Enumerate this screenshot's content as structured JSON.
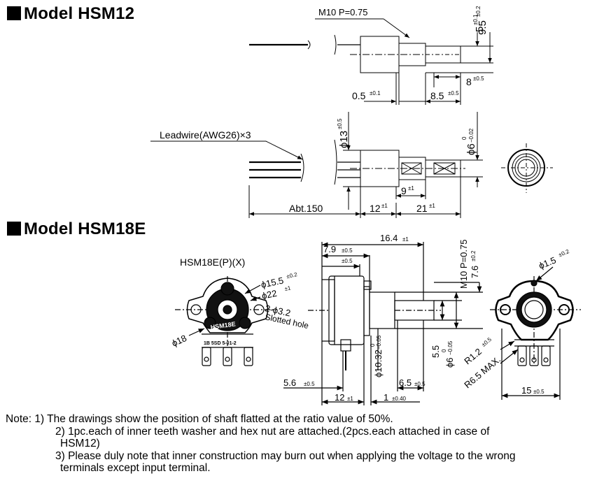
{
  "headings": {
    "hsm12": "Model HSM12",
    "hsm18e": "Model HSM18E"
  },
  "hsm12": {
    "thread": "M10 P=0.75",
    "leadwire": "Leadwire(AWG26)×3",
    "dim_5": "5",
    "dim_5_tol": "±0.1",
    "dim_9_5": "9.5",
    "dim_9_5_tol": "±0.2",
    "dim_8": "8",
    "dim_8_tol": "±0.5",
    "dim_0_5": "0.5",
    "dim_0_5_tol": "±0.1",
    "dim_8_5": "8.5",
    "dim_8_5_tol": "±0.5",
    "dim_phi13": "ϕ13",
    "dim_phi13_tol": "±0.5",
    "dim_phi6": "ϕ6",
    "dim_phi6_tol_up": "0",
    "dim_phi6_tol_low": "−0.02",
    "dim_9": "9",
    "dim_9_tol": "±1",
    "dim_abt150": "Abt.150",
    "dim_12": "12",
    "dim_12_tol": "±1",
    "dim_21": "21",
    "dim_21_tol": "±1"
  },
  "hsm18e": {
    "variant_label": "HSM18E(P)(X)",
    "body_marking": "HSM18E",
    "body_marking_sub": "1B 5SD 5-01-2",
    "dim_16_4": "16.4",
    "dim_16_4_tol": "±1",
    "dim_7_9": "7.9",
    "dim_7_9_tol": "±0.5",
    "dim_small_tol": "±0.5",
    "thread": "M10 P=0.75",
    "dim_7_6": "7.6",
    "dim_7_6_tol": "±0.2",
    "dim_phi1_5": "ϕ1.5",
    "dim_phi1_5_tol": "±0.2",
    "dim_phi15_5": "ϕ15.5",
    "dim_phi15_5_tol": "±0.2",
    "dim_phi22": "ϕ22",
    "dim_phi22_tol": "±1",
    "dim_2_phi3_2": "2-ϕ3.2",
    "slotted_hole": "Slotted hole",
    "dim_phi18": "ϕ18",
    "dim_5_5": "5.5",
    "dim_phi6": "ϕ6",
    "dim_phi6_tol_up": "0",
    "dim_phi6_tol_low": "−0.05",
    "dim_phi10_32": "ϕ10.32",
    "dim_phi10_32_tol_up": "0",
    "dim_phi10_32_tol_low": "−0.05",
    "dim_r1_2": "R1.2",
    "dim_r1_2_tol": "±0.5",
    "dim_r6_5": "R6.5 MAX.",
    "dim_5_6": "5.6",
    "dim_5_6_tol": "±0.5",
    "dim_6_5": "6.5",
    "dim_6_5_tol": "±0.5",
    "dim_12": "12",
    "dim_12_tol": "±1",
    "dim_1": "1",
    "dim_1_tol": "±0.40",
    "dim_15": "15",
    "dim_15_tol": "±0.5"
  },
  "notes": {
    "n1": "Note: 1) The drawings show the position of shaft flatted at the ratio value of 50%.",
    "n2a": "2) 1pc.each of inner teeth washer and hex nut are attached.(2pcs.each attached in case of",
    "n2b": "HSM12)",
    "n3a": "3) Please duly note that inner construction may burn out when applying the voltage to the wrong",
    "n3b": "terminals except input terminal."
  }
}
